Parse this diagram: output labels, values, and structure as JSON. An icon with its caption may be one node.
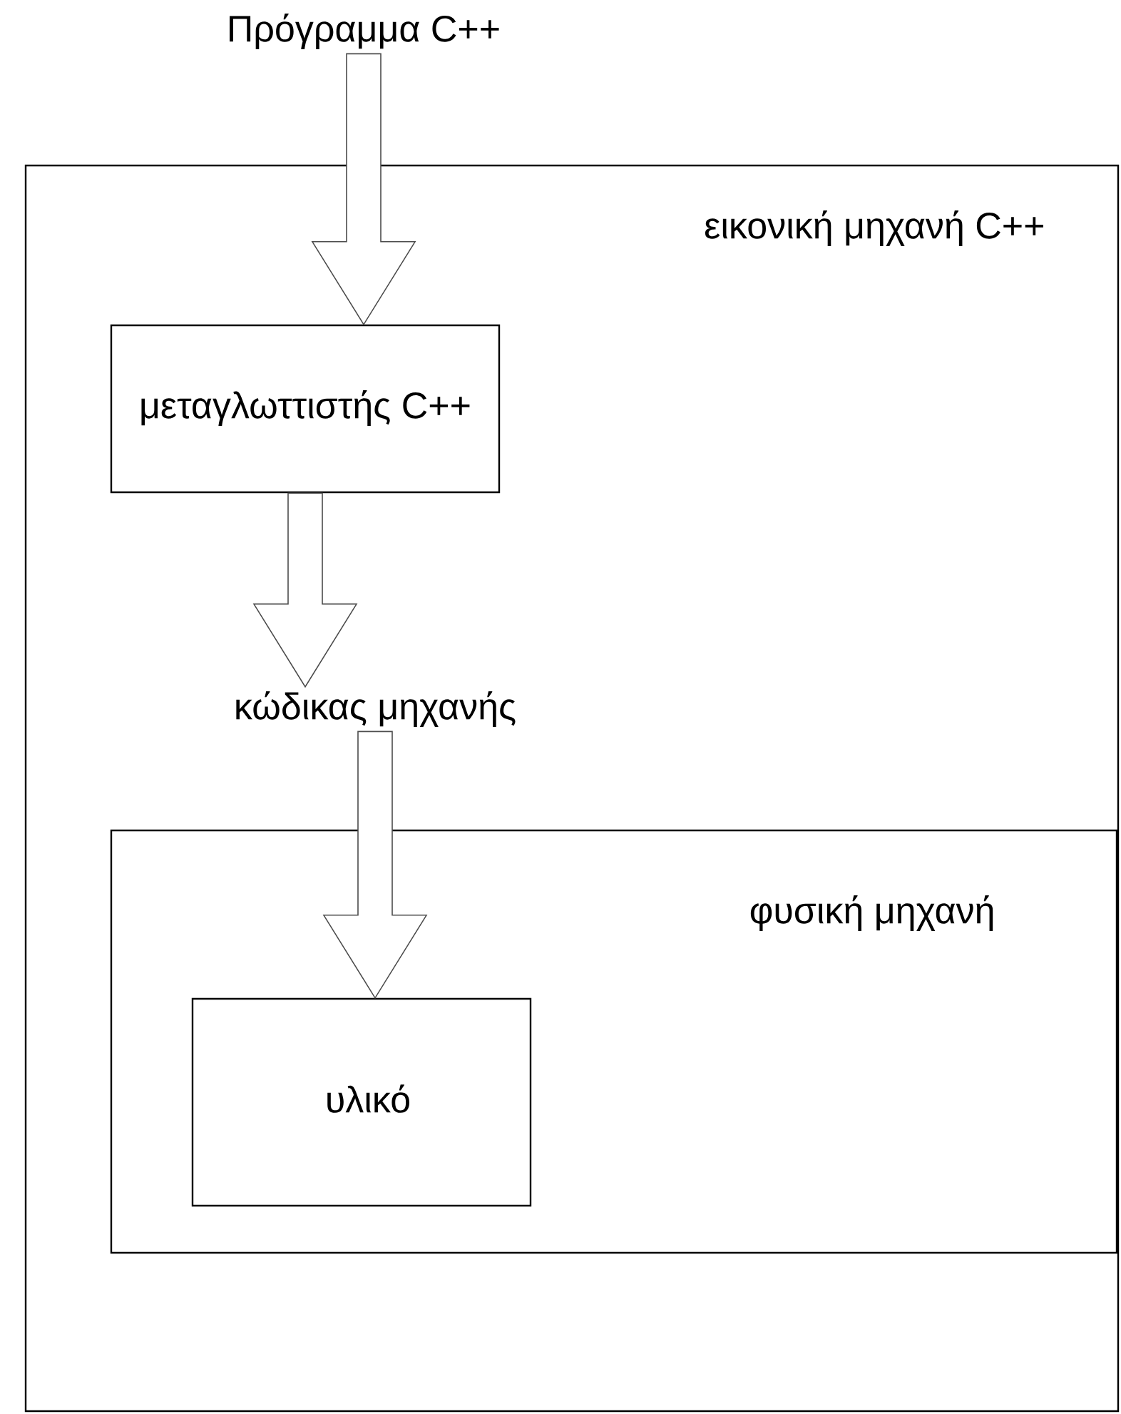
{
  "diagram": {
    "nodes": [
      {
        "text": [
          "εικονική μηχανή C++"
        ]
      },
      {
        "text": [
          "Πρόγραμμα C++"
        ]
      },
      {
        "text": [
          "μεταγλωττιστής C++"
        ],
        "in": 0
      },
      {
        "text": [
          "κώδικας μηχανής"
        ],
        "in": 0
      },
      {
        "text": [
          "φυσική μηχανή"
        ],
        "in": 0
      },
      {
        "text": [
          "υλικό"
        ],
        "in": 4
      }
    ],
    "edges": [
      {
        "from": 1,
        "to": 2,
        "arrow": "to"
      },
      {
        "from": 2,
        "to": 3,
        "arrow": "to"
      },
      {
        "from": 3,
        "to": 5,
        "arrow": "to"
      }
    ]
  }
}
